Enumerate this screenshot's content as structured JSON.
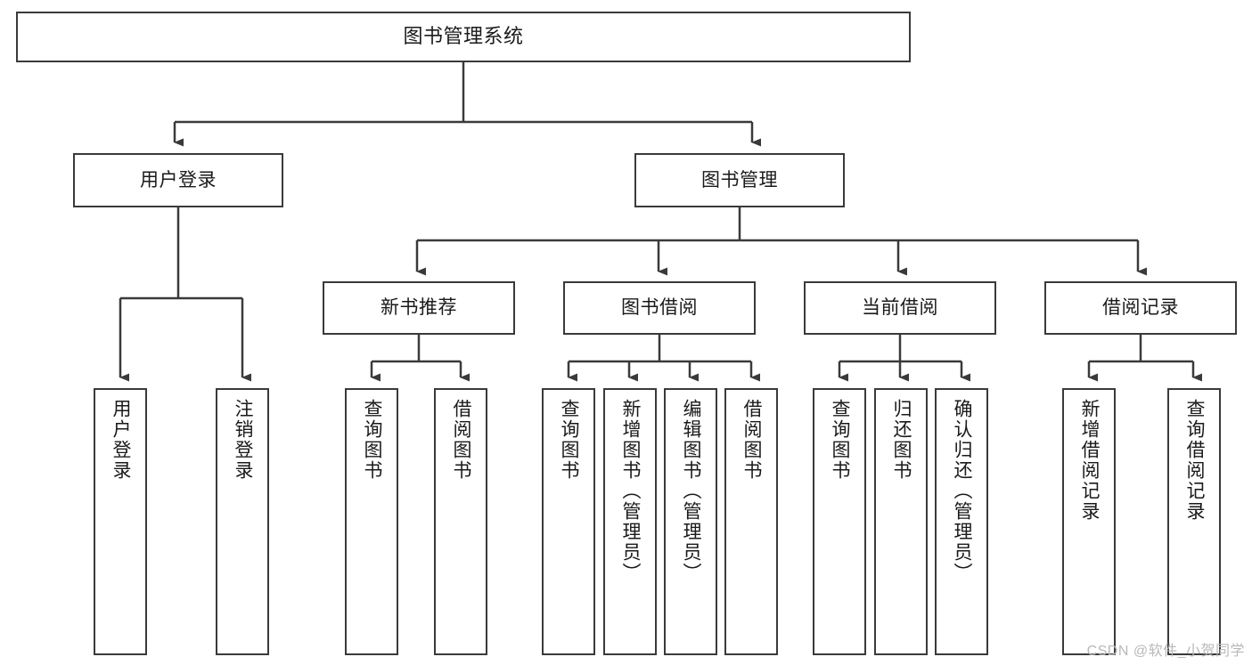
{
  "diagram": {
    "title": "图书管理系统",
    "type": "tree-hierarchy",
    "watermark": "CSDN @软件_小贺同学",
    "colors": {
      "background": "#ffffff",
      "box_border": "#3a3a3a",
      "box_fill": "#ffffff",
      "text": "#1a1a1a",
      "connector": "#3a3a3a",
      "watermark": "#b9b9b9"
    },
    "nodes": {
      "root": {
        "label": "图书管理系统"
      },
      "level1": [
        {
          "label": "用户登录"
        },
        {
          "label": "图书管理"
        }
      ],
      "level2": [
        {
          "label": "新书推荐"
        },
        {
          "label": "图书借阅"
        },
        {
          "label": "当前借阅"
        },
        {
          "label": "借阅记录"
        }
      ],
      "leaves_user_login": [
        {
          "label": "用户登录"
        },
        {
          "label": "注销登录"
        }
      ],
      "leaves_new_book": [
        {
          "label": "查询图书"
        },
        {
          "label": "借阅图书"
        }
      ],
      "leaves_borrow": [
        {
          "label": "查询图书"
        },
        {
          "label": "新增图书（管理员）"
        },
        {
          "label": "编辑图书（管理员）"
        },
        {
          "label": "借阅图书"
        }
      ],
      "leaves_current": [
        {
          "label": "查询图书"
        },
        {
          "label": "归还图书"
        },
        {
          "label": "确认归还（管理员）"
        }
      ],
      "leaves_record": [
        {
          "label": "新增借阅记录"
        },
        {
          "label": "查询借阅记录"
        }
      ]
    }
  }
}
